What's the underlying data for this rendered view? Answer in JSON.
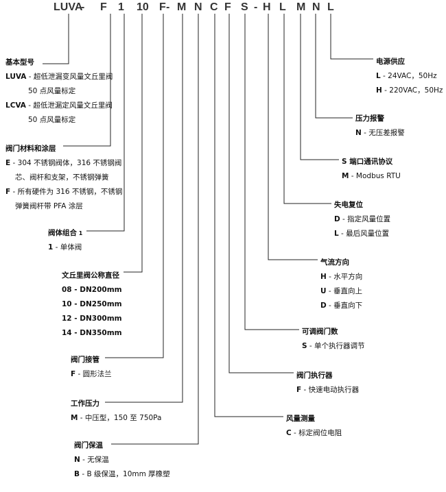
{
  "code": {
    "segments": [
      "LUVA",
      "-",
      "F",
      "1",
      "10",
      "F",
      "-",
      "M",
      "N",
      "C",
      "F",
      "S",
      "-",
      "H",
      "L",
      "M",
      "N",
      "L"
    ]
  },
  "left": [
    {
      "key": "basic_model",
      "title": "基本型号",
      "items": [
        {
          "code": "LUVA",
          "desc": " - 超低泄漏变风量文丘里阀"
        },
        {
          "code": "",
          "desc": "50 点风量标定",
          "indent": true
        },
        {
          "code": "LCVA",
          "desc": " - 超低泄漏定风量文丘里阀"
        },
        {
          "code": "",
          "desc": "50 点风量标定",
          "indent": true
        }
      ]
    },
    {
      "key": "valve_material",
      "title": "阀门材料和涂层",
      "items": [
        {
          "code": "E",
          "desc": " - 304 不锈钢阀体，316 不锈钢阀"
        },
        {
          "code": "",
          "desc": "芯、阀杆和支架，不锈钢弹簧",
          "indent2": true
        },
        {
          "code": "F",
          "desc": " - 所有硬件为 316 不锈钢，不锈钢"
        },
        {
          "code": "",
          "desc": "弹簧阀杆带 PFA 涂层",
          "indent2": true
        }
      ]
    },
    {
      "key": "valve_combo",
      "title": "阀体组合",
      "sup": "1",
      "items": [
        {
          "code": "1",
          "desc": " - 单体阀"
        }
      ]
    },
    {
      "key": "diameter",
      "title": "文丘里阀公称直径",
      "items": [
        {
          "code": "08 - DN200mm",
          "desc": ""
        },
        {
          "code": "10 - DN250mm",
          "desc": ""
        },
        {
          "code": "12 - DN300mm",
          "desc": ""
        },
        {
          "code": "14 - DN350mm",
          "desc": ""
        }
      ]
    },
    {
      "key": "connection",
      "title": "阀门接管",
      "items": [
        {
          "code": "F",
          "desc": " - 圆形法兰"
        }
      ]
    },
    {
      "key": "pressure",
      "title": "工作压力",
      "items": [
        {
          "code": "M",
          "desc": " - 中压型，150 至 750Pa"
        }
      ]
    },
    {
      "key": "insulation",
      "title": "阀门保温",
      "items": [
        {
          "code": "N",
          "desc": " - 无保温"
        },
        {
          "code": "B",
          "desc": " - B 级保温，10mm 厚橡塑"
        }
      ]
    }
  ],
  "right": [
    {
      "key": "power",
      "title": "电源供应",
      "items": [
        {
          "code": "L",
          "desc": " - 24VAC，50Hz"
        },
        {
          "code": "H",
          "desc": " - 220VAC，50Hz"
        }
      ]
    },
    {
      "key": "pressure_alarm",
      "title": "压力报警",
      "items": [
        {
          "code": "N",
          "desc": " - 无压差报警"
        }
      ]
    },
    {
      "key": "protocol",
      "title": "S 端口通讯协议",
      "items": [
        {
          "code": "M",
          "desc": " - Modbus RTU"
        }
      ]
    },
    {
      "key": "failsafe",
      "title": "失电复位",
      "items": [
        {
          "code": "D",
          "desc": " - 指定风量位置"
        },
        {
          "code": "L",
          "desc": " - 最后风量位置"
        }
      ]
    },
    {
      "key": "airflow_dir",
      "title": "气流方向",
      "items": [
        {
          "code": "H",
          "desc": " - 水平方向"
        },
        {
          "code": "U",
          "desc": " - 垂直向上"
        },
        {
          "code": "D",
          "desc": " - 垂直向下"
        }
      ]
    },
    {
      "key": "adjustable",
      "title": "可调阀门数",
      "items": [
        {
          "code": "S",
          "desc": " - 单个执行器调节"
        }
      ]
    },
    {
      "key": "actuator",
      "title": "阀门执行器",
      "items": [
        {
          "code": "F",
          "desc": " - 快速电动执行器"
        }
      ]
    },
    {
      "key": "measurement",
      "title": "风量测量",
      "items": [
        {
          "code": "C",
          "desc": " - 标定阀位电阻"
        }
      ]
    }
  ],
  "colors": {
    "line": "#222222",
    "text": "#111111",
    "code_text": "#333333"
  }
}
